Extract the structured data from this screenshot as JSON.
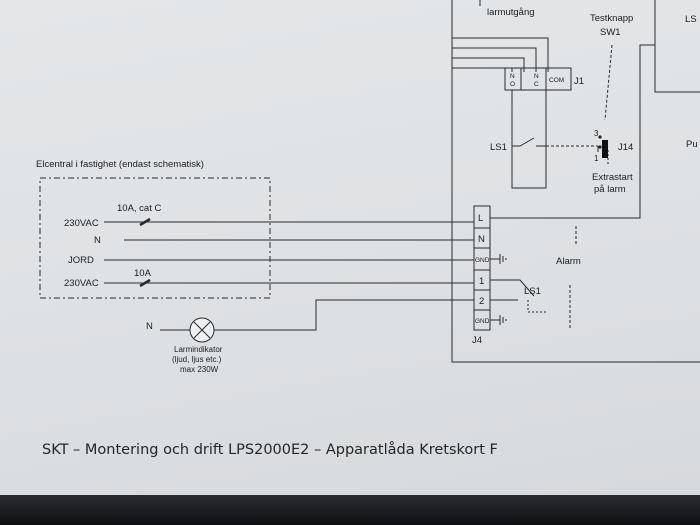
{
  "header": {
    "alarm_output": "larmutgång",
    "test_button": "Testknapp",
    "test_button_ref": "SW1",
    "ls_partial": "LS",
    "pu_partial": "Pu"
  },
  "relay": {
    "no_top": "N",
    "no_bottom": "O",
    "nc_top": "N",
    "nc_bottom": "C",
    "com": "COM",
    "ref": "J1"
  },
  "jumper": {
    "pin_top": "3",
    "pin_bottom": "1",
    "ref": "J14",
    "extra_start_1": "Extrastart",
    "extra_start_2": "på larm"
  },
  "ls1_upper": "LS1",
  "ls1_lower": "LS1",
  "elcentral": {
    "title": "Elcentral i fastighet (endast schematisk)",
    "line1": "230VAC",
    "fuse1": "10A, cat C",
    "neutral": "N",
    "earth": "JORD",
    "line2": "230VAC",
    "fuse2": "10A"
  },
  "terminal": {
    "l": "L",
    "n": "N",
    "gnd1": "GND",
    "t1": "1",
    "t2": "2",
    "gnd2": "GND",
    "ref": "J4",
    "alarm": "Alarm"
  },
  "indicator": {
    "neutral": "N",
    "label1": "Larmindikator",
    "label2": "(ljud, ljus etc.)",
    "label3": "max 230W"
  },
  "caption": "SKT – Montering och drift LPS2000E2 – Apparatlåda Kretskort F"
}
